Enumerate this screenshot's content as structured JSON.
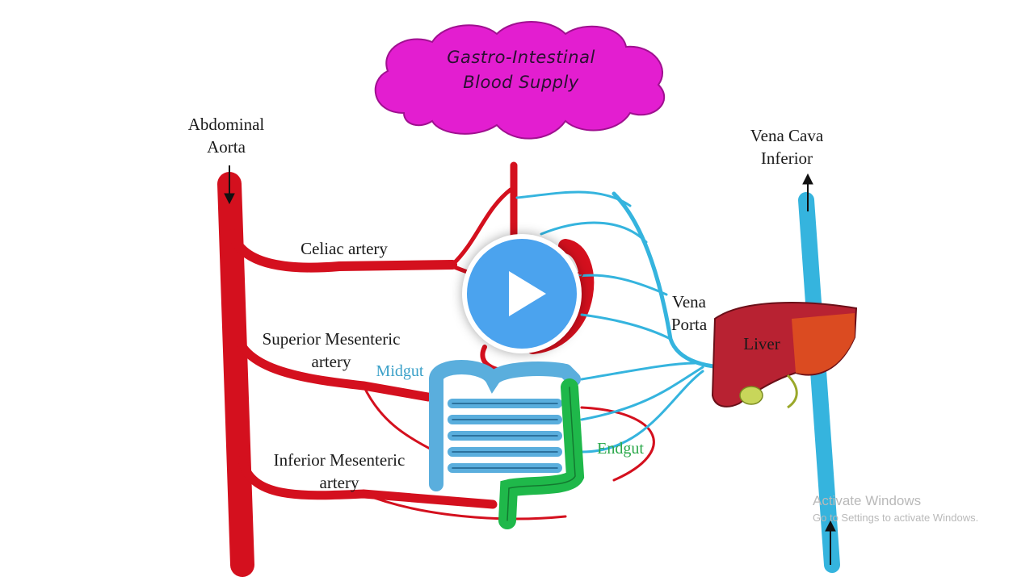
{
  "title": {
    "line1": "Gastro-Intestinal",
    "line2": "Blood Supply"
  },
  "labels": {
    "abdominal_aorta": {
      "line1": "Abdominal",
      "line2": "Aorta"
    },
    "celiac_artery": "Celiac artery",
    "superior_mesenteric": {
      "line1": "Superior Mesenteric",
      "line2": "artery"
    },
    "inferior_mesenteric": {
      "line1": "Inferior Mesenteric",
      "line2": "artery"
    },
    "midgut": "Midgut",
    "endgut": "Endgut",
    "vena_porta": {
      "line1": "Vena",
      "line2": "Porta"
    },
    "liver": "Liver",
    "vena_cava": {
      "line1": "Vena Cava",
      "line2": "Inferior"
    }
  },
  "watermark": {
    "line1": "Activate Windows",
    "line2": "Go to Settings to activate Windows."
  },
  "colors": {
    "artery": "#d4101e",
    "vein": "#35b4de",
    "cloud": "#e31ed0",
    "midgut": "#5aaedd",
    "endgut": "#1fb84a",
    "liver": "#b82232",
    "play_button": "#4ba3ee"
  },
  "icons": {
    "play": "play-icon"
  }
}
